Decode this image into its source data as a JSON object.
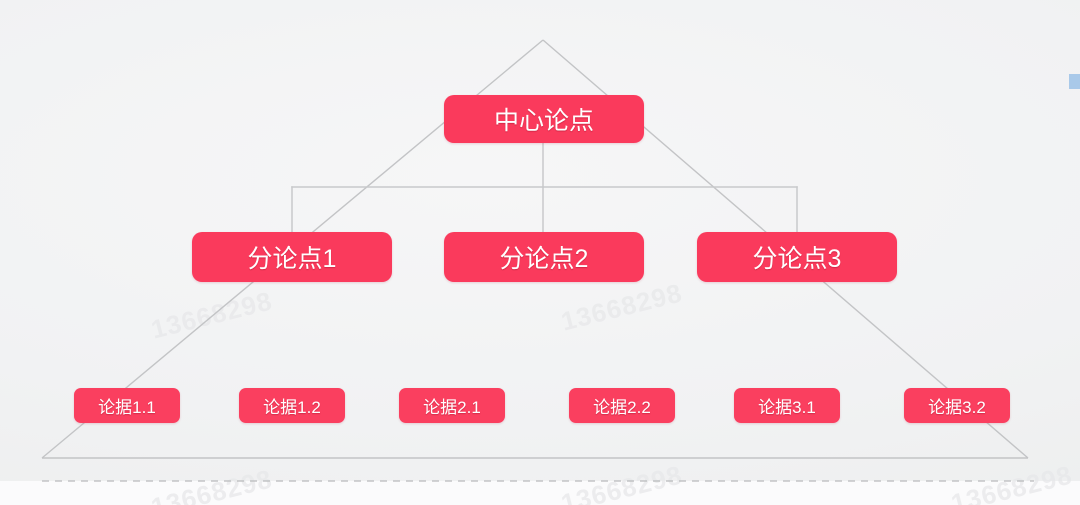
{
  "diagram": {
    "type": "pyramid-argument-tree",
    "background_color": "#f2f3f4",
    "node_color": "#fa3a5c",
    "leaf_color": "#fa3f5f",
    "line_color": "#c3c4c6",
    "accent_color": "#a9c9e9",
    "root": {
      "label": "中心论点"
    },
    "branches": [
      {
        "label": "分论点1"
      },
      {
        "label": "分论点2"
      },
      {
        "label": "分论点3"
      }
    ],
    "leaves": [
      {
        "label": "论据1.1"
      },
      {
        "label": "论据1.2"
      },
      {
        "label": "论据2.1"
      },
      {
        "label": "论据2.2"
      },
      {
        "label": "论据3.1"
      },
      {
        "label": "论据3.2"
      }
    ],
    "watermarks": [
      {
        "text": "13668298"
      },
      {
        "text": "13668298"
      },
      {
        "text": "13668298"
      },
      {
        "text": "13668298"
      },
      {
        "text": "13668298"
      }
    ]
  }
}
